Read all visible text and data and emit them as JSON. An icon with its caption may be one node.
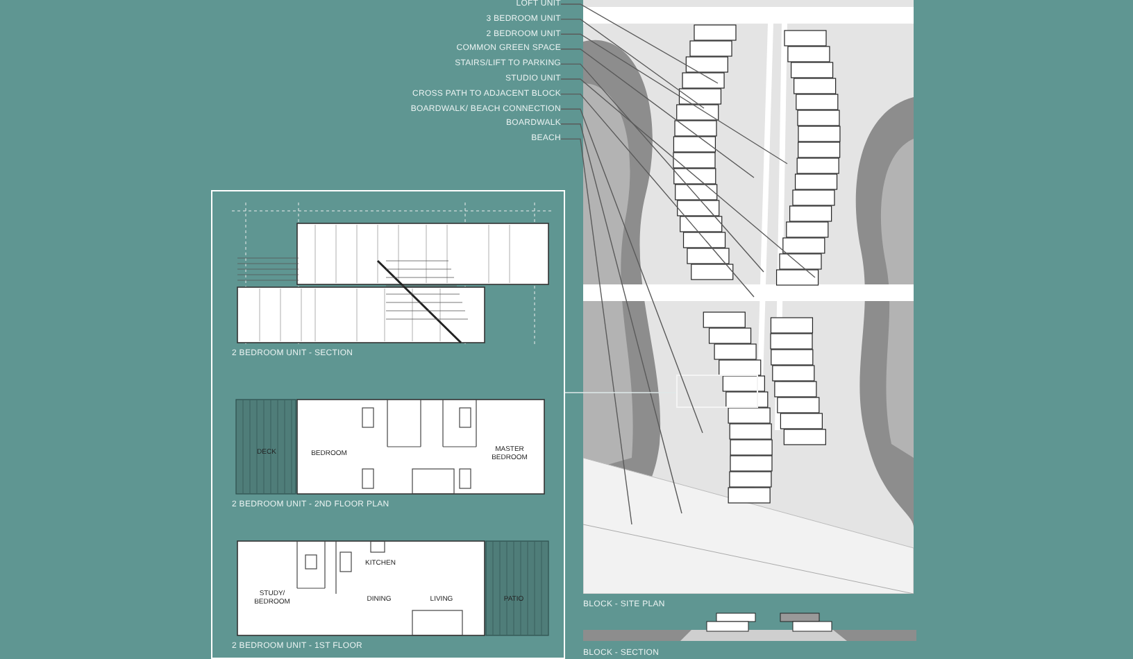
{
  "diagram": {
    "nodes": [
      {
        "text": [
          "LOFT UNIT"
        ]
      },
      {
        "text": [
          "3 BEDROOM UNIT"
        ]
      },
      {
        "text": [
          "2 BEDROOM UNIT"
        ]
      },
      {
        "text": [
          "COMMON GREEN SPACE"
        ]
      },
      {
        "text": [
          "STAIRS/LIFT TO PARKING"
        ]
      },
      {
        "text": [
          "STUDIO UNIT"
        ]
      },
      {
        "text": [
          "CROSS PATH TO ADJACENT BLOCK"
        ]
      },
      {
        "text": [
          "BOARDWALK/ BEACH CONNECTION"
        ]
      },
      {
        "text": [
          "BOARDWALK"
        ]
      },
      {
        "text": [
          "BEACH"
        ]
      },
      {
        "text": [
          "BLOCK - SITE PLAN"
        ]
      },
      {
        "text": [],
        "shape": "box",
        "in": 10
      },
      {
        "text": [
          "BLOCK - SECTION"
        ]
      },
      {
        "text": [],
        "shape": "box"
      },
      {
        "text": [
          "2 BEDROOM UNIT - SECTION"
        ],
        "in": 13
      },
      {
        "text": [
          "2 BEDROOM UNIT - 2ND FLOOR PLAN"
        ],
        "in": 13
      },
      {
        "text": [
          "2 BEDROOM UNIT - 1ST FLOOR"
        ],
        "in": 13
      }
    ],
    "edges": [
      {
        "from": 0,
        "to": null,
        "arrow": "none"
      },
      {
        "from": 1,
        "to": null,
        "arrow": "none"
      },
      {
        "from": 2,
        "to": null,
        "arrow": "none"
      },
      {
        "from": 3,
        "to": null,
        "arrow": "none"
      },
      {
        "from": 4,
        "to": null,
        "arrow": "none"
      },
      {
        "from": 5,
        "to": null,
        "arrow": "none"
      },
      {
        "from": 6,
        "to": null,
        "arrow": "none"
      },
      {
        "from": 7,
        "to": null,
        "arrow": "none"
      },
      {
        "from": 8,
        "to": null,
        "arrow": "none"
      },
      {
        "from": 9,
        "to": null,
        "arrow": "none"
      },
      {
        "from": 13,
        "to": 11,
        "arrow": "none",
        "color": "#dfe9e8"
      }
    ],
    "labels": [
      "DECK",
      "BEDROOM",
      "MASTER BEDROOM",
      "KITCHEN",
      "STUDY/ BEDROOM",
      "DINING",
      "LIVING",
      "PATIO"
    ]
  }
}
